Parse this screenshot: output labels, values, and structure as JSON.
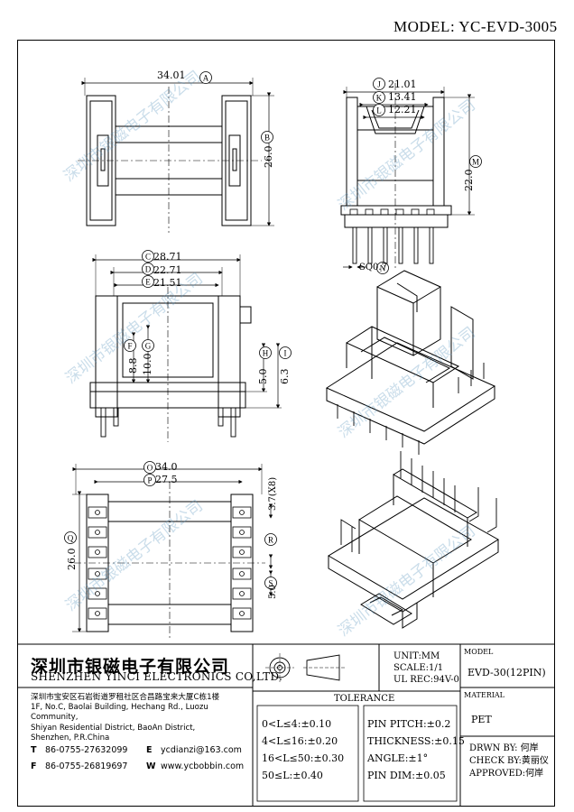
{
  "model": "MODEL: YC-EVD-3005",
  "watermark": "深圳市银磁电子有限公司",
  "views": {
    "top": {
      "a": "34.01",
      "b": "26.0"
    },
    "side": {
      "j": "21.01",
      "k": "13.41",
      "l": "12.21",
      "m": "22.0",
      "n": "SQ0.7"
    },
    "front": {
      "c": "28.71",
      "d": "22.71",
      "e": "21.51",
      "f": "8.8",
      "g": "10.0",
      "h": "5.0",
      "i": "6.3"
    },
    "bottom": {
      "o": "34.0",
      "p": "27.5",
      "q": "26.0",
      "pitch": "3.7(X8)",
      "s": "5.0"
    }
  },
  "labels": {
    "A": "A",
    "B": "B",
    "C": "C",
    "D": "D",
    "E": "E",
    "F": "F",
    "G": "G",
    "H": "H",
    "I": "I",
    "J": "J",
    "K": "K",
    "L": "L",
    "M": "M",
    "N": "N",
    "O": "O",
    "P": "P",
    "Q": "Q",
    "R": "R",
    "S": "S"
  },
  "company": {
    "name_cn": "深圳市银磁电子有限公司",
    "name_en": "SHENZHEN YINCI ELECTRONICS CO,LTD.",
    "address": [
      "深圳市宝安区石岩街道罗租社区合昌路宝来大厦C栋1楼",
      "1F, No.C, Baolai Building, Hechang Rd., Luozu Community,",
      "Shiyan Residential District, BaoAn District,",
      "Shenzhen, P.R.China"
    ],
    "tel": "86-0755-27632099",
    "fax": "86-0755-26819697",
    "email": "ycdianzi@163.com",
    "web": "www.ycbobbin.com",
    "tel_label": "T",
    "fax_label": "F",
    "email_label": "E",
    "web_label": "W"
  },
  "spec": {
    "unit": "UNIT:MM",
    "scale": "SCALE:1/1",
    "ul": "UL REC:94V-0"
  },
  "tolerance": {
    "title": "TOLERANCE",
    "left": [
      "0<L≤4:±0.10",
      "4<L≤16:±0.20",
      "16<L≤50:±0.30",
      "50≤L:±0.40"
    ],
    "right": [
      "PIN PITCH:±0.2",
      "THICKNESS:±0.15",
      "ANGLE:±1°",
      "PIN DIM:±0.05"
    ]
  },
  "model_box": {
    "label": "MODEL",
    "value": "EVD-30(12PIN)"
  },
  "material": {
    "label": "MATERIAL",
    "value": "PET"
  },
  "people": {
    "drawn": "DRWN BY: 何岸",
    "check": "CHECK BY:黄丽仪",
    "approved": "APPROVED:何岸"
  }
}
